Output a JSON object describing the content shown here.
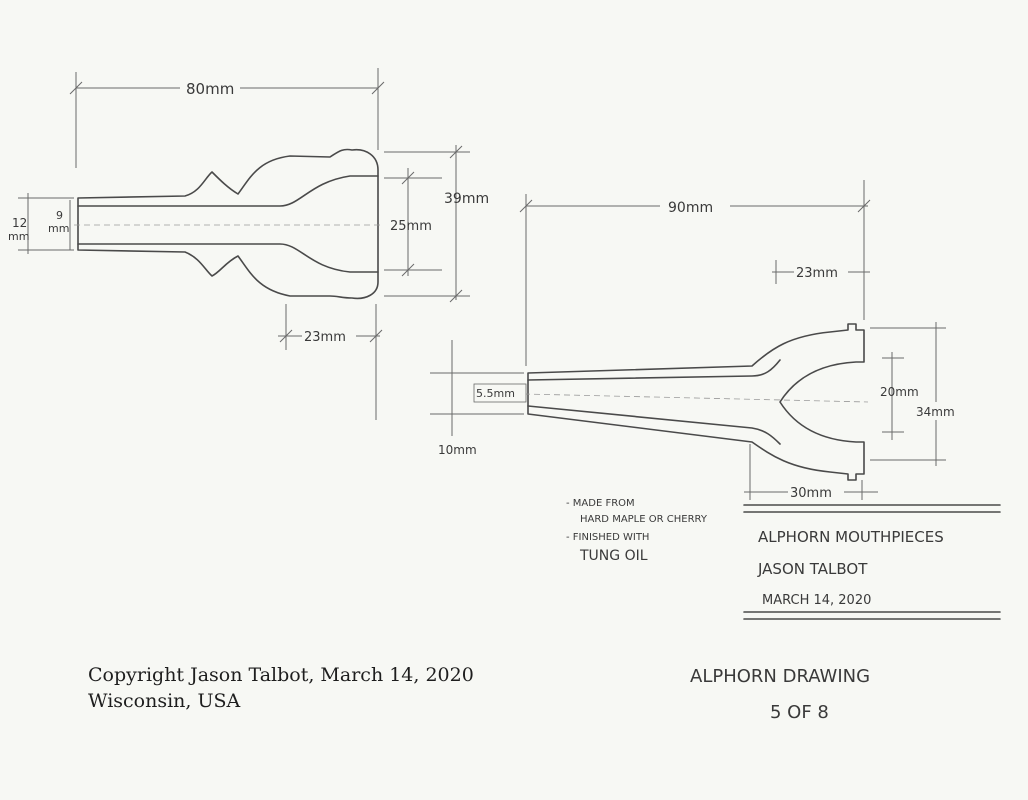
{
  "mouthpiece_a": {
    "dim_length": "80mm",
    "dim_outer_dia": "39mm",
    "dim_cup_dia": "25mm",
    "dim_rim": "23mm",
    "dim_bore_outer_a": "12",
    "dim_bore_outer_b": "mm",
    "dim_bore_inner_a": "9",
    "dim_bore_inner_b": "mm"
  },
  "mouthpiece_b": {
    "dim_length": "90mm",
    "dim_cup_depth": "23mm",
    "dim_throat": "5.5mm",
    "dim_shank": "10mm",
    "dim_cup_dia": "20mm",
    "dim_outer_dia": "34mm",
    "dim_cup_length": "30mm"
  },
  "notes": {
    "line1": "- MADE FROM",
    "line2": "HARD MAPLE OR CHERRY",
    "line3": "- FINISHED WITH",
    "line4": "TUNG OIL"
  },
  "title_block": {
    "title": "ALPHORN MOUTHPIECES",
    "author": "JASON TALBOT",
    "date": "MARCH 14, 2020"
  },
  "sheet": {
    "label": "ALPHORN DRAWING",
    "number": "5 OF 8"
  },
  "copyright": {
    "line1": "Copyright Jason Talbot, March 14, 2020",
    "line2": "Wisconsin, USA"
  }
}
